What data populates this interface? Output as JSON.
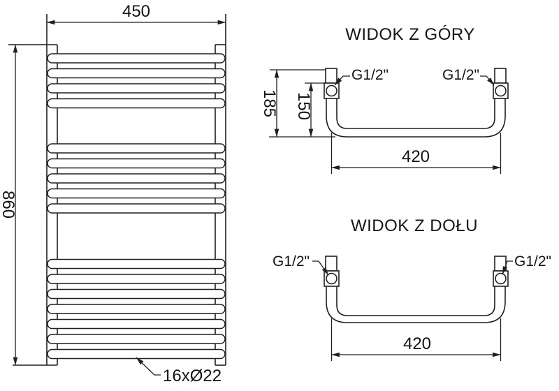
{
  "drawing": {
    "front_view": {
      "width_dim": "450",
      "height_dim": "860",
      "tubes_label": "16xØ22"
    },
    "top_view": {
      "title": "WIDOK Z GÓRY",
      "dim_total_depth": "185",
      "dim_axis_depth": "150",
      "dim_connection_spacing": "420",
      "thread_left": "G1/2\"",
      "thread_right": "G1/2\""
    },
    "bottom_view": {
      "title": "WIDOK Z DOŁU",
      "dim_connection_spacing": "420",
      "thread_left": "G1/2\"",
      "thread_right": "G1/2\""
    },
    "colors": {
      "line": "#1f1f1f",
      "background": "#ffffff"
    }
  }
}
